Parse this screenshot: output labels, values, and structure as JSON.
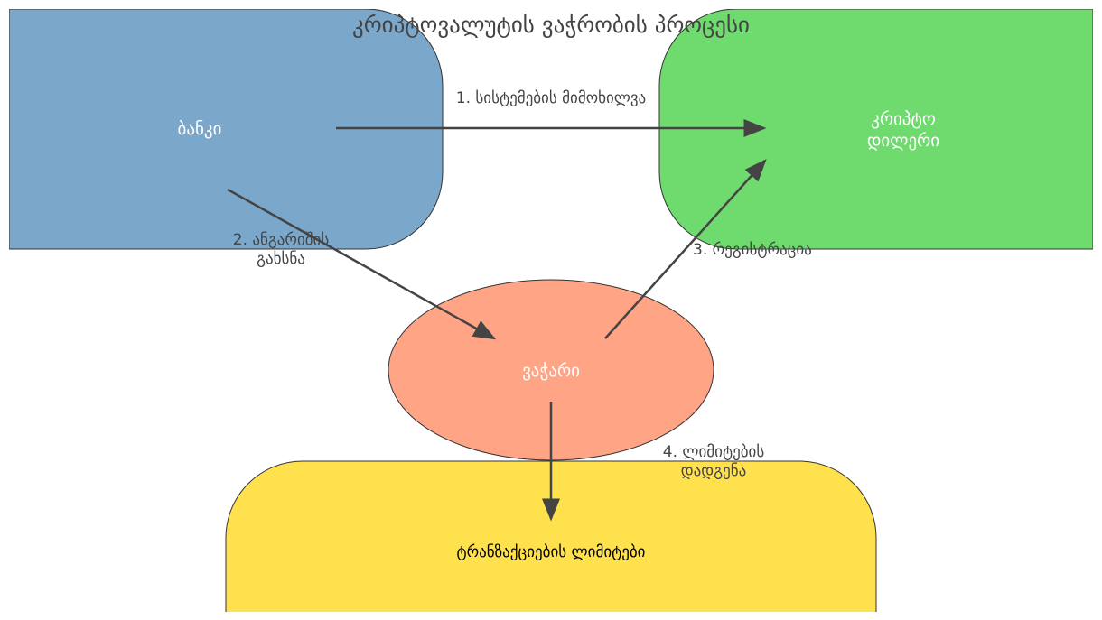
{
  "title": "კრიპტოვალუტის ვაჭრობის პროცესი",
  "nodes": {
    "bank": {
      "label": "ბანკი",
      "color": "#7ba7cb"
    },
    "dealer": {
      "line1": "კრიპტო",
      "line2": "დილერი",
      "color": "#6fdb6f"
    },
    "trader": {
      "label": "ვაჭარი",
      "color": "#ffa585"
    },
    "limits": {
      "label": "ტრანზაქციების ლიმიტები",
      "color": "#ffe14d"
    }
  },
  "edges": {
    "e1": {
      "label": "1. სისტემების მიმოხილვა"
    },
    "e2": {
      "line1": "2. ანგარიშის",
      "line2": "გახსნა"
    },
    "e3": {
      "label": "3. რეგისტრაცია"
    },
    "e4": {
      "line1": "4. ლიმიტების",
      "line2": "დადგენა"
    }
  },
  "colors": {
    "arrow": "#444444",
    "text": "#444444"
  }
}
